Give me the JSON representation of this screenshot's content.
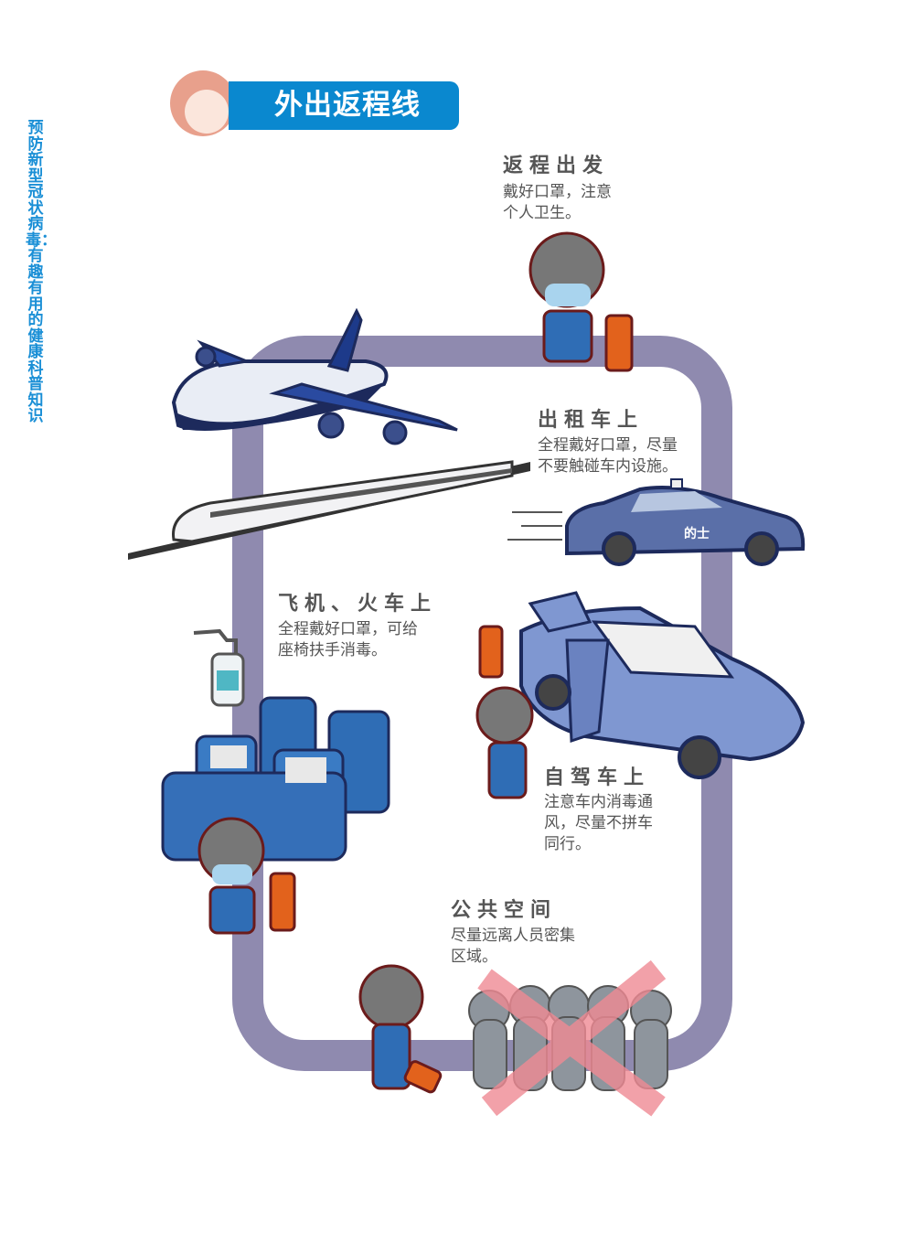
{
  "side_title": "预防新型冠状病毒：有趣有用的健康科普知识",
  "banner_title": "外出返程线",
  "sections": [
    {
      "heading": "返程出发",
      "lines": [
        "戴好口罩，注意",
        "个人卫生。"
      ]
    },
    {
      "heading": "出租车上",
      "lines": [
        "全程戴好口罩，尽量",
        "不要触碰车内设施。"
      ]
    },
    {
      "heading": "飞机、火车上",
      "lines": [
        "全程戴好口罩，可给",
        "座椅扶手消毒。"
      ]
    },
    {
      "heading": "自驾车上",
      "lines": [
        "注意车内消毒通",
        "风，尽量不拼车",
        "同行。"
      ]
    },
    {
      "heading": "公共空间",
      "lines": [
        "尽量远离人员密集",
        "区域。"
      ]
    }
  ],
  "taxi_label": "的士",
  "colors": {
    "brand": "#0a88cf",
    "track": "#8f8aaf",
    "text": "#555555",
    "cross": "#f08a94"
  }
}
